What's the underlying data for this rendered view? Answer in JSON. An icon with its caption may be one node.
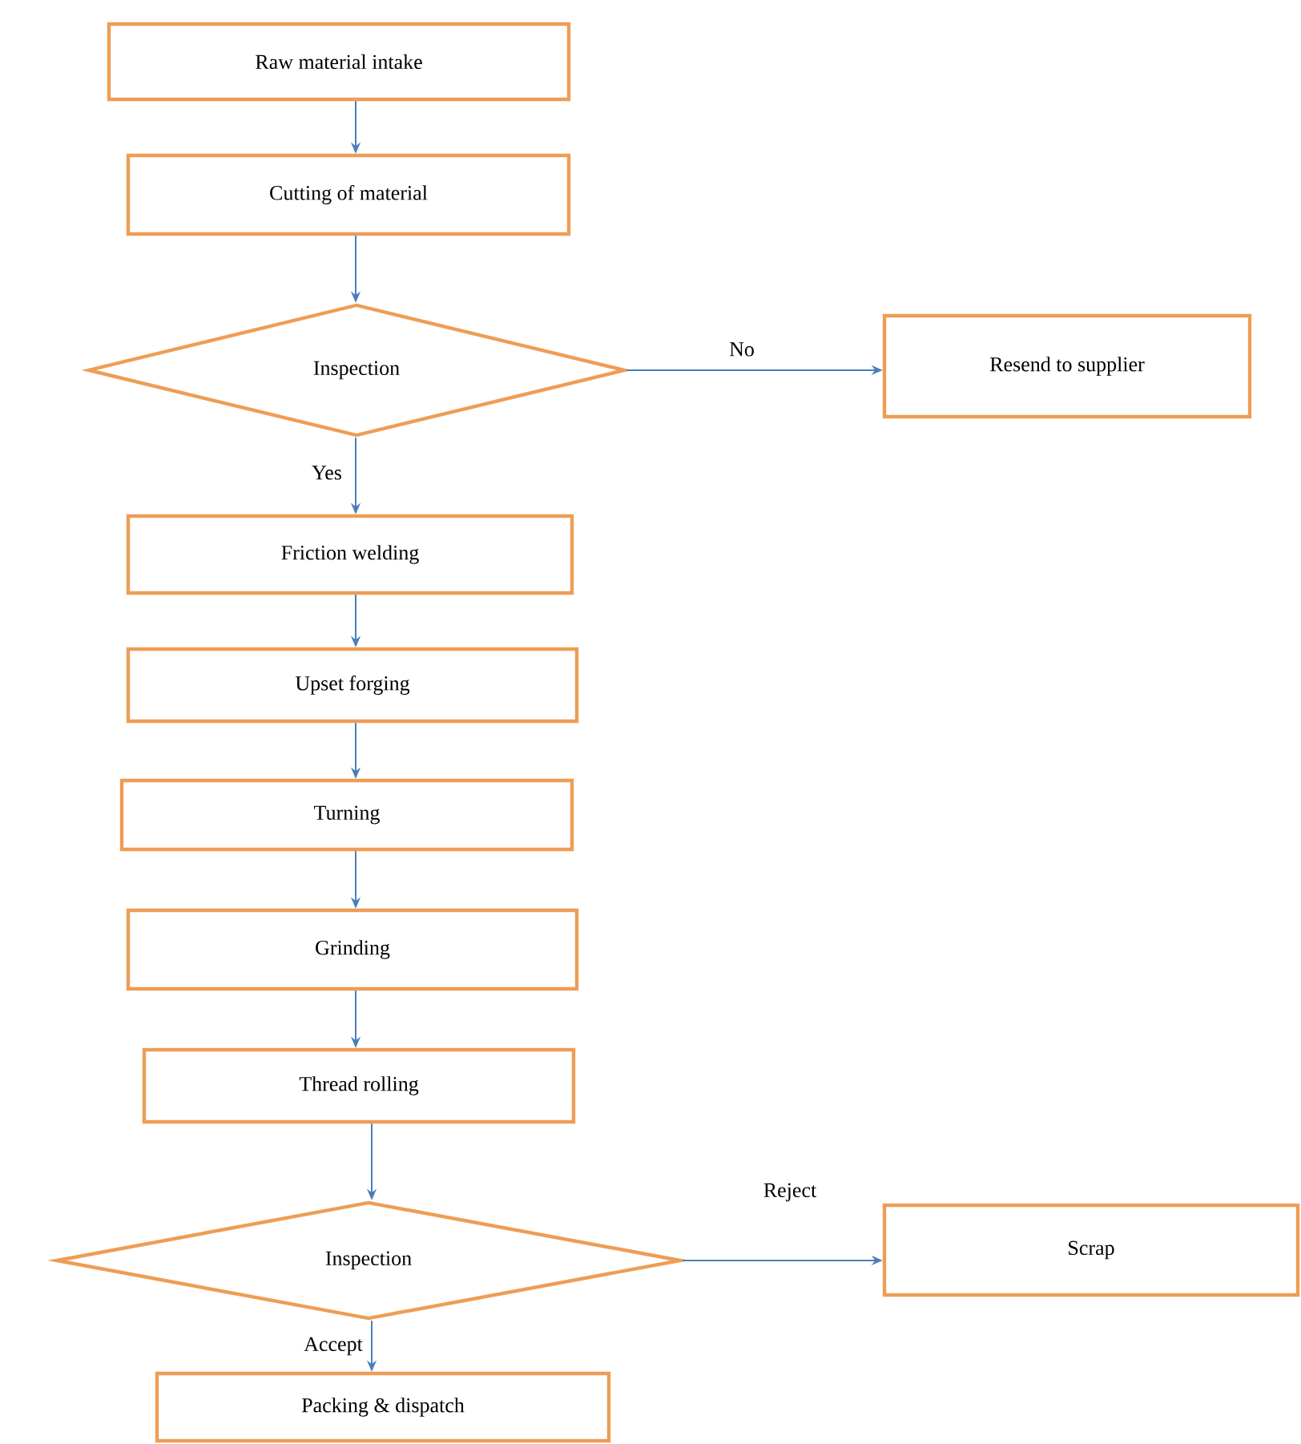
{
  "diagram": {
    "nodes": [
      {
        "text": [
          "Raw material intake"
        ]
      },
      {
        "text": [
          "Cutting of material"
        ]
      },
      {
        "text": [
          "Inspection"
        ]
      },
      {
        "text": [
          "Resend to supplier"
        ]
      },
      {
        "text": [
          "Friction welding"
        ]
      },
      {
        "text": [
          "Upset forging"
        ]
      },
      {
        "text": [
          "Turning"
        ]
      },
      {
        "text": [
          "Grinding"
        ]
      },
      {
        "text": [
          "Thread rolling"
        ]
      },
      {
        "text": [
          "Inspection"
        ]
      },
      {
        "text": [
          "Scrap"
        ]
      },
      {
        "text": [
          "Packing & dispatch"
        ]
      }
    ],
    "edges": [
      {
        "from": 0,
        "to": 1,
        "arrow": "to"
      },
      {
        "from": 1,
        "to": 2,
        "arrow": "to"
      },
      {
        "from": 2,
        "to": 3,
        "arrow": "to",
        "label": "No"
      },
      {
        "from": 2,
        "to": 4,
        "arrow": "to",
        "label": "Yes"
      },
      {
        "from": 4,
        "to": 5,
        "arrow": "to"
      },
      {
        "from": 5,
        "to": 6,
        "arrow": "to"
      },
      {
        "from": 6,
        "to": 7,
        "arrow": "to"
      },
      {
        "from": 7,
        "to": 8,
        "arrow": "to"
      },
      {
        "from": 8,
        "to": 9,
        "arrow": "to"
      },
      {
        "from": 9,
        "to": 10,
        "arrow": "to",
        "label": "Reject"
      },
      {
        "from": 9,
        "to": 11,
        "arrow": "to",
        "label": "Accept"
      }
    ]
  }
}
